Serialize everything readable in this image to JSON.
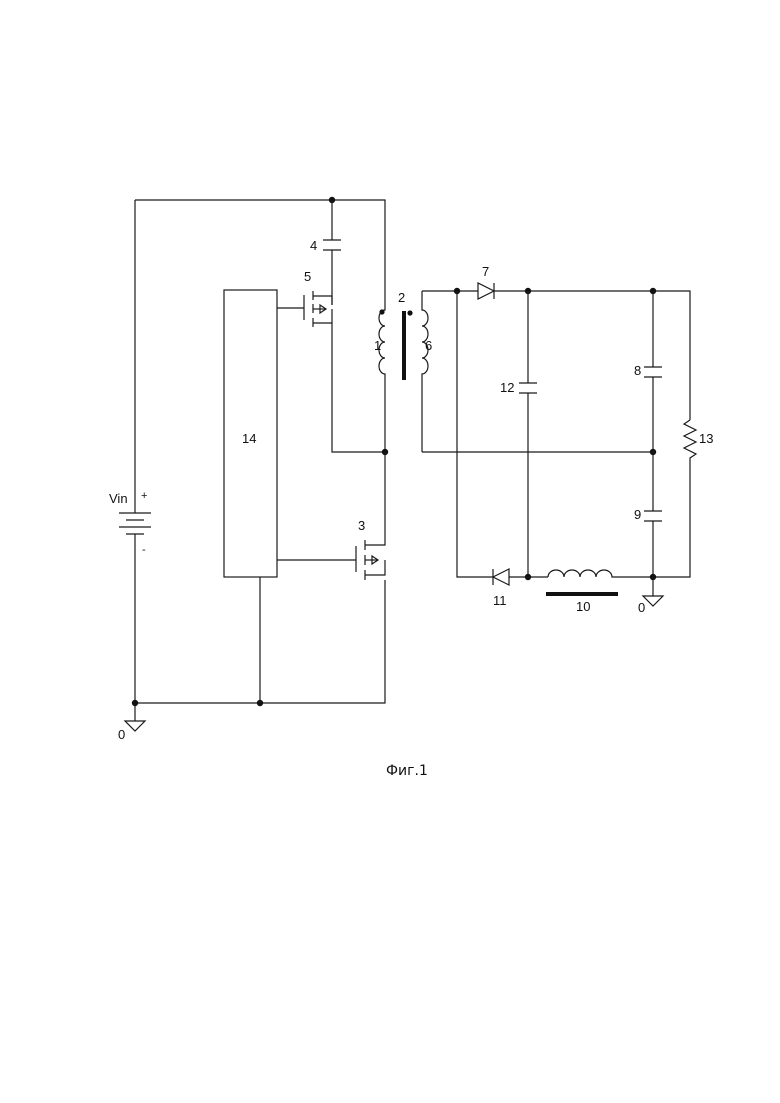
{
  "labels": {
    "cap4": "4",
    "fet5": "5",
    "trafo": "2",
    "winding1": "1",
    "winding6": "6",
    "diode7": "7",
    "cap8": "8",
    "cap12": "12",
    "res13": "13",
    "block14": "14",
    "fet3": "3",
    "cap9": "9",
    "diode11": "11",
    "inductor10": "10",
    "gnd_right": "0",
    "gnd_left": "0",
    "source": "Vin",
    "plus": "+",
    "minus": "-"
  },
  "caption": "Фиг.1"
}
